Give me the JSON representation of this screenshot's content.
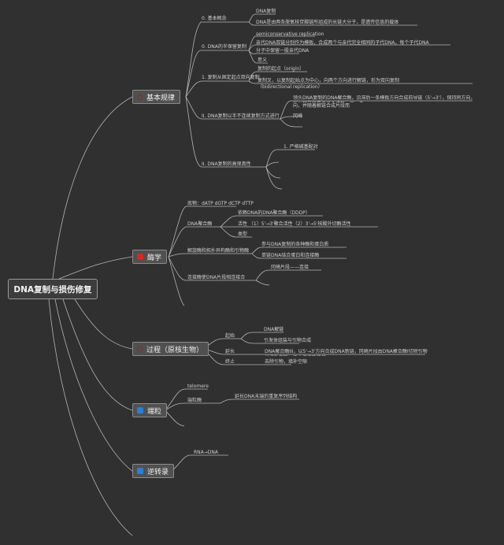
{
  "root": "DNA复制与损伤修复",
  "colors": {
    "background": "#303030",
    "line": "#b5b5b5",
    "marker_red_dark": "#8b2b2b",
    "marker_red": "#d42a1e",
    "marker_blue": "#2a7fd6"
  },
  "branches": {
    "rules": {
      "label": "基本规律",
      "marker_color": "#8b2b2b",
      "icon": "hollow-circle-icon"
    },
    "enzymes": {
      "label": "酶学",
      "marker_color": "#d42a1e",
      "icon": "red-square-icon"
    },
    "process": {
      "label": "过程（原核生物）",
      "marker_color": "#8b2b2b",
      "icon": "hollow-circle-icon"
    },
    "telomere": {
      "label": "端粒",
      "marker_color": "#2a7fd6",
      "icon": "blue-square-icon"
    },
    "reverse": {
      "label": "逆转录",
      "marker_color": "#2a7fd6",
      "icon": "blue-square-icon"
    }
  },
  "rules": {
    "s1": "0. 基本概念",
    "s1_a": "DNA复制",
    "s1_b": "DNA是由两条脱氧核苷酸链所组成的长链大分子，是遗传信息的载体",
    "s2": "0. DNA的半保留复制",
    "s2_a": "semiconservative replication",
    "s2_b": "亲代DNA双链分别作为模板，合成两个与亲代完全相同的子代DNA，每个子代DNA",
    "s2_c": "分子中保留一股亲代DNA",
    "s2_d": "意义",
    "s3": "1. 复制从固定起点双向复制",
    "s3_a": "复制的起点（origin）",
    "s3_b": "复制叉，以复制起始点为中心，向两个方向进行解链，形为双向复制",
    "s3_c": "（bidirectional replication）",
    "s4": "II. DNA复制以半不连续复制方式进行",
    "s4_a": "领头DNA复制的DNA聚合酶，沿滞后一条模板方向合成前导链（5'→3'），保持同方向，所以前导链是连续合成的，另一条",
    "s4_b": "向，并随着解链合成片段而",
    "s4_c": "冈崎",
    "s5": "II. DNA复制的高保真性",
    "s5_a": "1. 严格碱基配对"
  },
  "enzymes": {
    "e1": "底物：dATP dGTP dCTP dTTP",
    "e2": "DNA聚合酶",
    "e2_a": "依赖DNA的DNA聚合酶（DDDP）",
    "e2_b": "活性 （1）5'→3'聚合活性（2）3'→5'核酸外切酶活性",
    "e2_c": "类型",
    "e3": "解旋酶和拓扑异构酶和引物酶",
    "e3_a": "参与DNA复制的各种酶和蛋白质",
    "e3_b": "单链DNA结合蛋白和连接酶",
    "e4": "连接酶使DNA片段相连接合",
    "e4_a": "冈崎片段——连接"
  },
  "process": {
    "p1": "起始",
    "p1_a": "DNA解链",
    "p1_b": "引发体组装与引物合成",
    "p2": "延长",
    "p2_a": "DNA聚合酶III，以5'→3'方向合成DNA新链，冈崎片段由DNA聚合酶I切除引物并填补空隙，再由连接酶连接",
    "p3": "终止",
    "p3_a": "去除引物，填补空隙"
  },
  "telomere": {
    "t1": "telomere",
    "t2": "端粒酶",
    "t2_a": "延长DNA末端的重复序列结构"
  },
  "reverse": {
    "r1": "RNA→DNA"
  }
}
